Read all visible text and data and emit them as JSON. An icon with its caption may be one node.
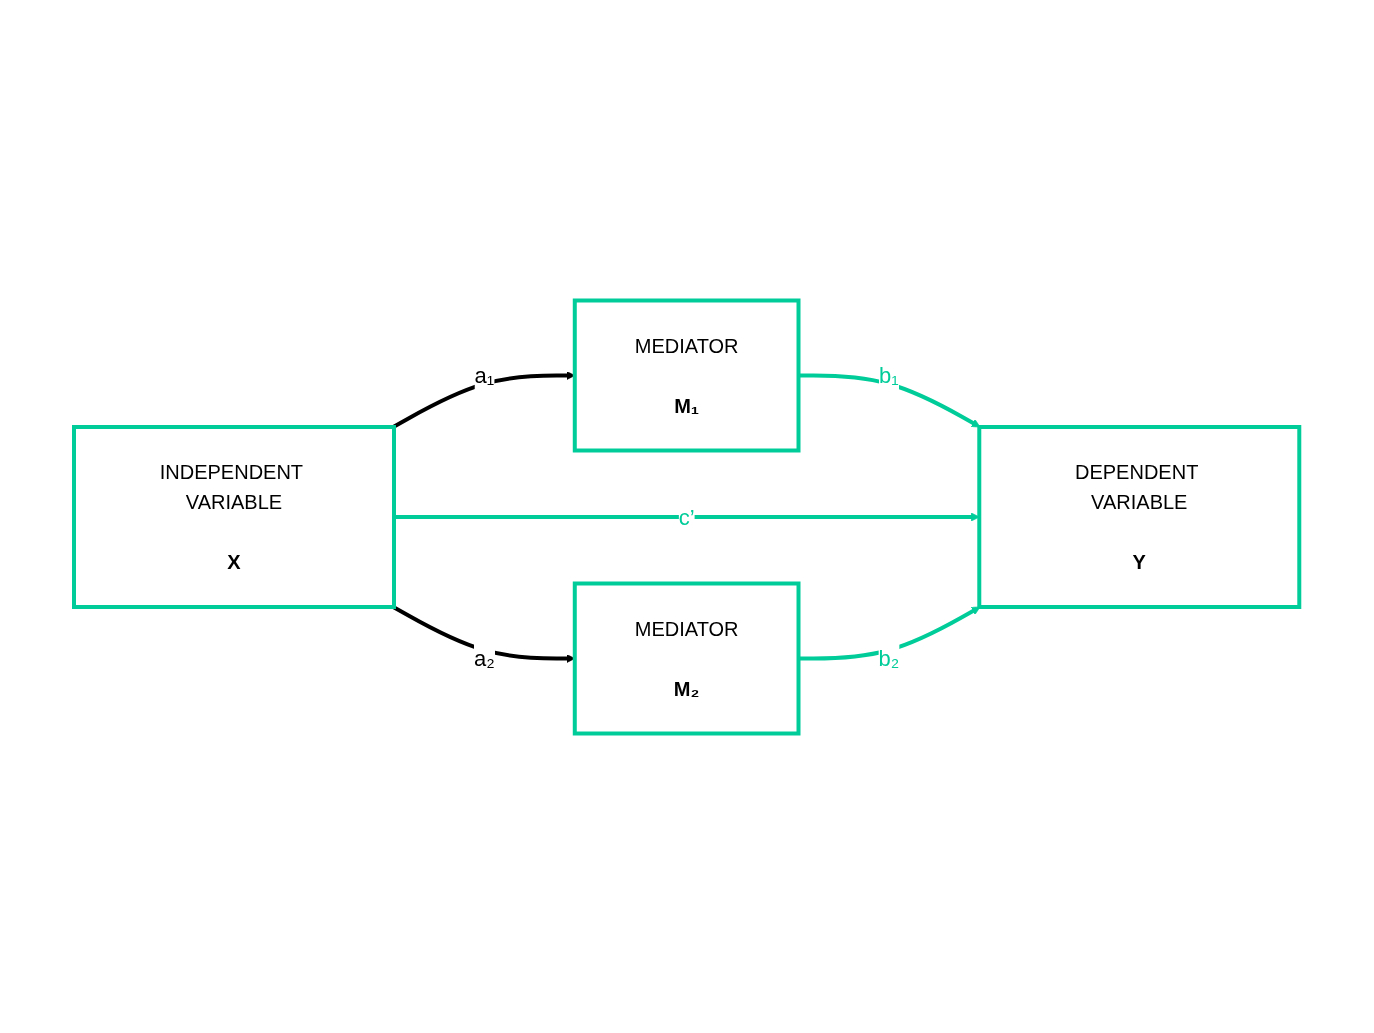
{
  "diagram": {
    "nodes": [
      {
        "text": [
          "INDEPENDENT VARIABLE",
          "X"
        ]
      },
      {
        "text": [
          "MEDIATOR",
          "M₁"
        ]
      },
      {
        "text": [
          "DEPENDENT VARIABLE",
          "Y"
        ]
      },
      {
        "text": [
          "MEDIATOR",
          "M₂"
        ]
      }
    ],
    "edges": [
      {
        "from": 0,
        "to": 1,
        "arrow": "to",
        "label": "a₁",
        "color": "#000000"
      },
      {
        "from": 1,
        "to": 2,
        "arrow": "to",
        "label": "b₁"
      },
      {
        "from": 0,
        "to": 2,
        "arrow": "to",
        "label": "c’"
      },
      {
        "from": 0,
        "to": 3,
        "arrow": "to",
        "label": "a₂",
        "color": "#000000"
      },
      {
        "from": 3,
        "to": 2,
        "arrow": "to",
        "label": "b₂"
      }
    ]
  }
}
